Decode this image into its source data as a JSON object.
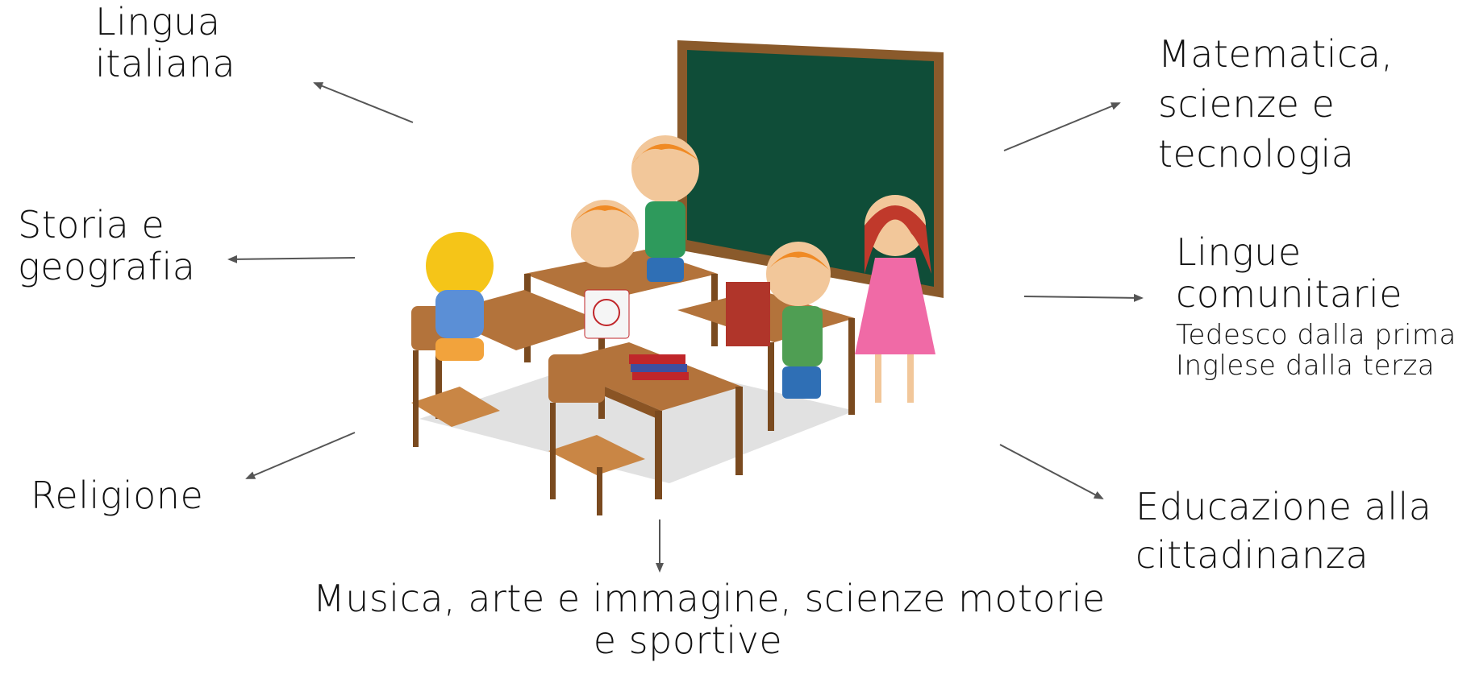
{
  "subjects": {
    "lingua_italiana": {
      "line1": "Lingua",
      "line2": "italiana"
    },
    "storia_geografia": {
      "line1": "Storia e",
      "line2": "geografia"
    },
    "religione": {
      "line1": "Religione"
    },
    "musica_arte": {
      "line1": "Musica, arte e immagine, scienze motorie",
      "line2": "e sportive"
    },
    "matematica": {
      "line1": "Matematica,",
      "line2": "scienze e",
      "line3": "tecnologia"
    },
    "lingue_comunitarie": {
      "line1": "Lingue",
      "line2": "comunitarie",
      "note1": "Tedesco dalla prima",
      "note2": "Inglese dalla terza"
    },
    "educazione": {
      "line1": "Educazione alla",
      "line2": "cittadinanza"
    }
  },
  "illustration": {
    "icon": "classroom-children-illustration"
  },
  "colors": {
    "text": "#111111",
    "arrow": "#555555",
    "chalkboard": "#0f4d38",
    "board_frame": "#8a5a2b",
    "desk": "#b3733b",
    "hair": "#f08a24"
  }
}
